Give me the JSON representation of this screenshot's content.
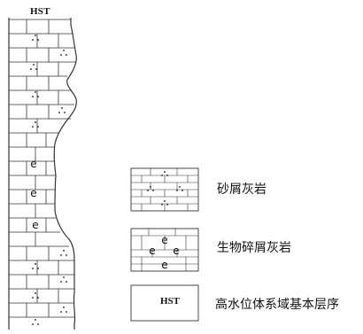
{
  "column": {
    "title": "HST"
  },
  "legend": {
    "items": [
      {
        "label": "砂屑灰岩"
      },
      {
        "label": "生物碎屑灰岩"
      },
      {
        "label": "高水位体系域基本层序",
        "symbol_text": "HST"
      }
    ]
  }
}
